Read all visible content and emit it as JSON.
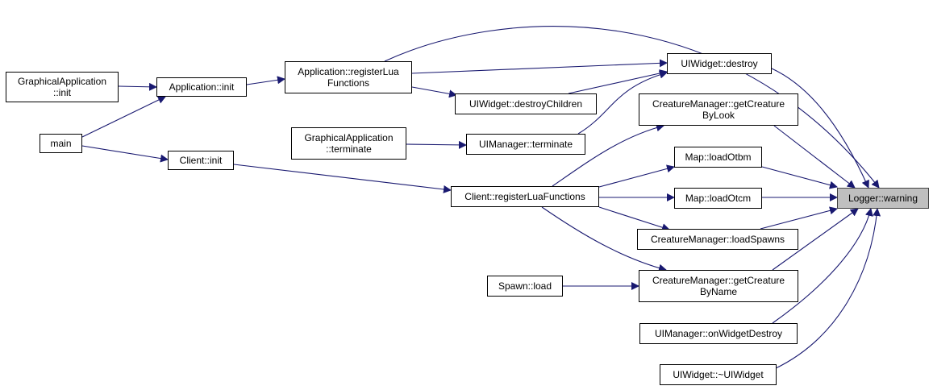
{
  "colors": {
    "edge": "#191970",
    "node_border": "#000000",
    "node_fill": "#ffffff",
    "target_fill": "#bfbfbf"
  },
  "nodes": {
    "graphical_app_init": "GraphicalApplication\n::init",
    "main": "main",
    "application_init": "Application::init",
    "client_init": "Client::init",
    "app_register_lua": "Application::registerLua\nFunctions",
    "uiwidget_destroy_children": "UIWidget::destroyChildren",
    "graphical_app_terminate": "GraphicalApplication\n::terminate",
    "uimanager_terminate": "UIManager::terminate",
    "client_register_lua": "Client::registerLuaFunctions",
    "spawn_load": "Spawn::load",
    "uiwidget_destroy": "UIWidget::destroy",
    "cm_get_creature_by_look": "CreatureManager::getCreature\nByLook",
    "map_load_otbm": "Map::loadOtbm",
    "map_load_otcm": "Map::loadOtcm",
    "cm_load_spawns": "CreatureManager::loadSpawns",
    "cm_get_creature_by_name": "CreatureManager::getCreature\nByName",
    "uimanager_on_widget_destroy": "UIManager::onWidgetDestroy",
    "uiwidget_dtor": "UIWidget::~UIWidget",
    "logger_warning": "Logger::warning"
  }
}
